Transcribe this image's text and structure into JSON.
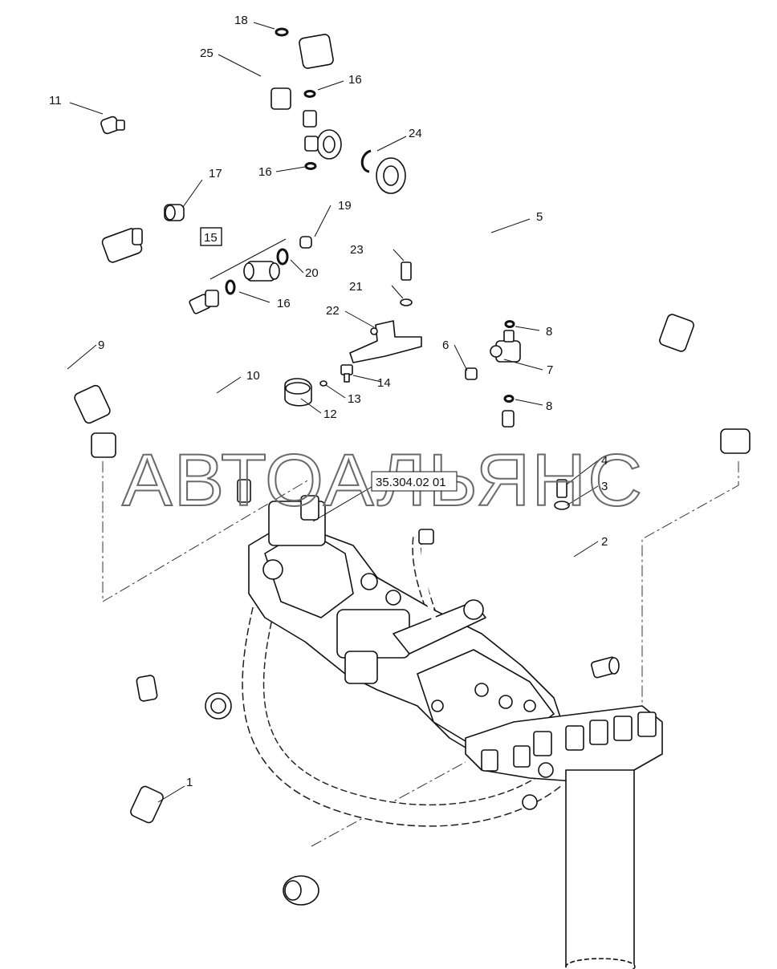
{
  "watermark": "АВТОАЛЬЯНС",
  "reference_code": "35.304.02 01",
  "callouts": {
    "c1": "1",
    "c2": "2",
    "c3": "3",
    "c4": "4",
    "c5": "5",
    "c6": "6",
    "c7": "7",
    "c8a": "8",
    "c8b": "8",
    "c9": "9",
    "c10": "10",
    "c11": "11",
    "c12": "12",
    "c13": "13",
    "c14": "14",
    "c15": "15",
    "c16a": "16",
    "c16b": "16",
    "c16c": "16",
    "c17": "17",
    "c18": "18",
    "c19": "19",
    "c20": "20",
    "c21": "21",
    "c22": "22",
    "c23": "23",
    "c24": "24",
    "c25": "25"
  }
}
